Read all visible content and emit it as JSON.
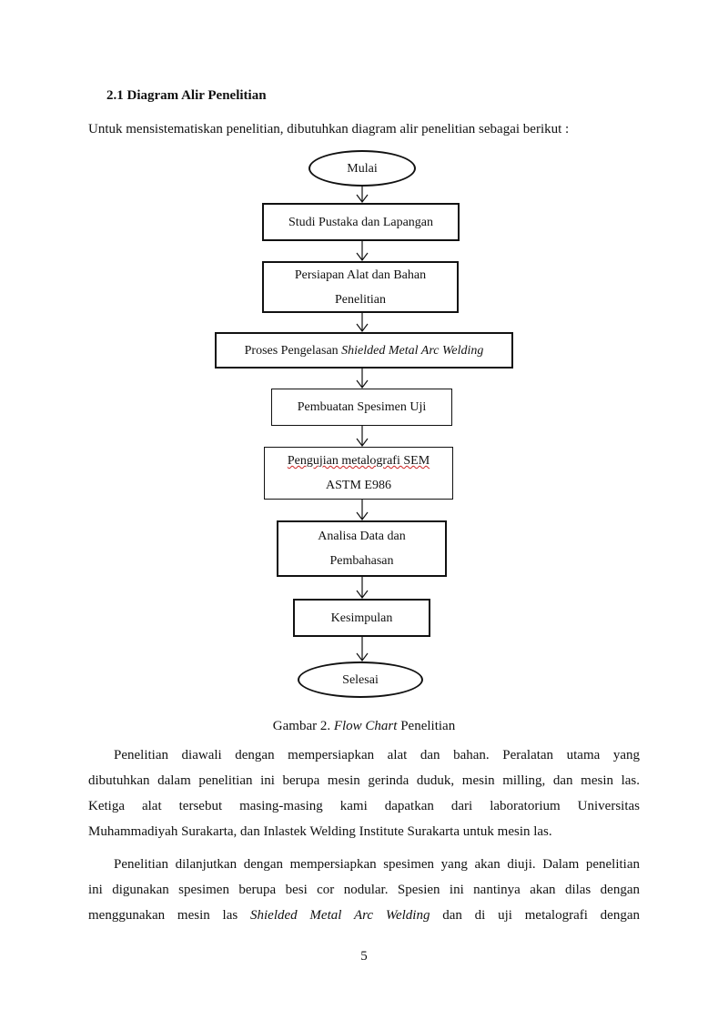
{
  "section": {
    "heading": "2.1 Diagram Alir Penelitian",
    "intro": "Untuk mensistematiskan penelitian, dibutuhkan diagram alir penelitian sebagai berikut :"
  },
  "flowchart": {
    "nodes": [
      {
        "id": "start",
        "shape": "oval",
        "lines": [
          "Mulai"
        ]
      },
      {
        "id": "study",
        "shape": "rect",
        "lines": [
          "Studi Pustaka dan Lapangan"
        ]
      },
      {
        "id": "prep",
        "shape": "rect",
        "lines": [
          "Persiapan Alat dan Bahan",
          "Penelitian"
        ]
      },
      {
        "id": "weld",
        "shape": "rect",
        "lines_rich": {
          "plain": "Proses Pengelasan ",
          "italic": "Shielded Metal Arc Welding"
        }
      },
      {
        "id": "specimen",
        "shape": "rect",
        "lines": [
          "Pembuatan Spesimen Uji"
        ]
      },
      {
        "id": "test",
        "shape": "rect",
        "lines": [
          "Pengujian metalografi SEM",
          "ASTM E986"
        ]
      },
      {
        "id": "analysis",
        "shape": "rect",
        "lines": [
          "Analisa Data dan",
          "Pembahasan"
        ]
      },
      {
        "id": "conclusion",
        "shape": "rect",
        "lines": [
          "Kesimpulan"
        ]
      },
      {
        "id": "end",
        "shape": "oval",
        "lines": [
          "Selesai"
        ]
      }
    ]
  },
  "caption": {
    "prefix": "Gambar 2. ",
    "italic": "Flow Chart",
    "suffix": " Penelitian"
  },
  "paragraph1": {
    "lines": [
      "Penelitian diawali dengan mempersiapkan alat dan bahan. Peralatan utama yang",
      "dibutuhkan dalam penelitian ini berupa mesin gerinda duduk, mesin milling, dan mesin las.",
      "Ketiga alat tersebut masing-masing kami dapatkan dari laboratorium Universitas",
      "Muhammadiyah Surakarta, dan Inlastek Welding Institute Surakarta untuk mesin las."
    ]
  },
  "paragraph2": {
    "line1": "Penelitian dilanjutkan dengan mempersiapkan spesimen yang akan diuji. Dalam penelitian",
    "line2": "ini digunakan spesimen berupa besi cor nodular. Spesien ini nantinya akan dilas dengan",
    "line3_before": "menggunakan mesin las ",
    "line3_italic": "Shielded Metal Arc Welding",
    "line3_after": " dan di uji metalografi dengan"
  },
  "page_number": "5"
}
